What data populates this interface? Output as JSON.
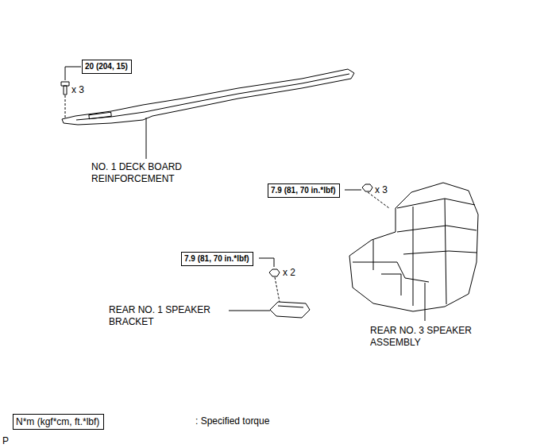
{
  "diagram": {
    "nodes": [
      {
        "text": [
          "20 (204, 15)"
        ]
      },
      {
        "text": [
          "7.9 (81, 70 in.*lbf)"
        ]
      },
      {
        "text": [
          "7.9 (81, 70 in.*lbf)"
        ]
      },
      {
        "text": [
          "N*m (kgf*cm, ft.*lbf)"
        ]
      }
    ],
    "edges": [],
    "labels": [
      "x 3",
      "NO. 1 DECK BOARD REINFORCEMENT",
      "x 3",
      "x 2",
      "REAR NO. 1 SPEAKER BRACKET",
      "REAR NO. 3 SPEAKER ASSEMBLY",
      ": Specified torque",
      "P"
    ]
  }
}
